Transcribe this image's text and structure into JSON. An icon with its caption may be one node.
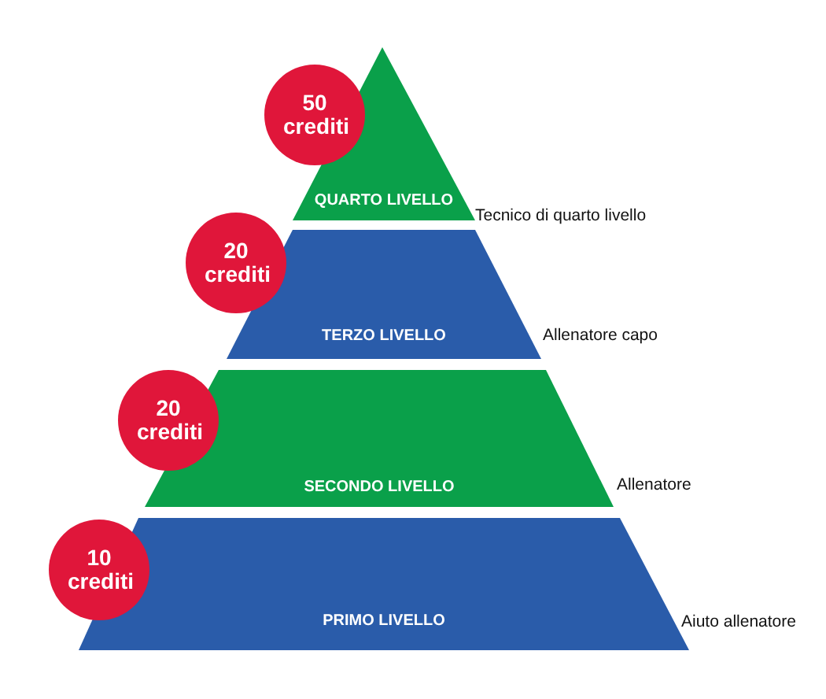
{
  "diagram": {
    "nodes": [
      {
        "text": [
          "50 crediti"
        ]
      },
      {
        "text": [
          "QUARTO LIVELLO"
        ],
        "beside": [
          "Tecnico di quarto livello"
        ]
      },
      {
        "text": [
          "20 crediti"
        ]
      },
      {
        "text": [
          "TERZO LIVELLO"
        ],
        "beside": [
          "Allenatore capo"
        ]
      },
      {
        "text": [
          "20 crediti"
        ]
      },
      {
        "text": [
          "SECONDO LIVELLO"
        ],
        "beside": [
          "Allenatore"
        ]
      },
      {
        "text": [
          "10 crediti"
        ]
      },
      {
        "text": [
          "PRIMO LIVELLO"
        ],
        "beside": [
          "Aiuto allenatore"
        ]
      }
    ]
  }
}
